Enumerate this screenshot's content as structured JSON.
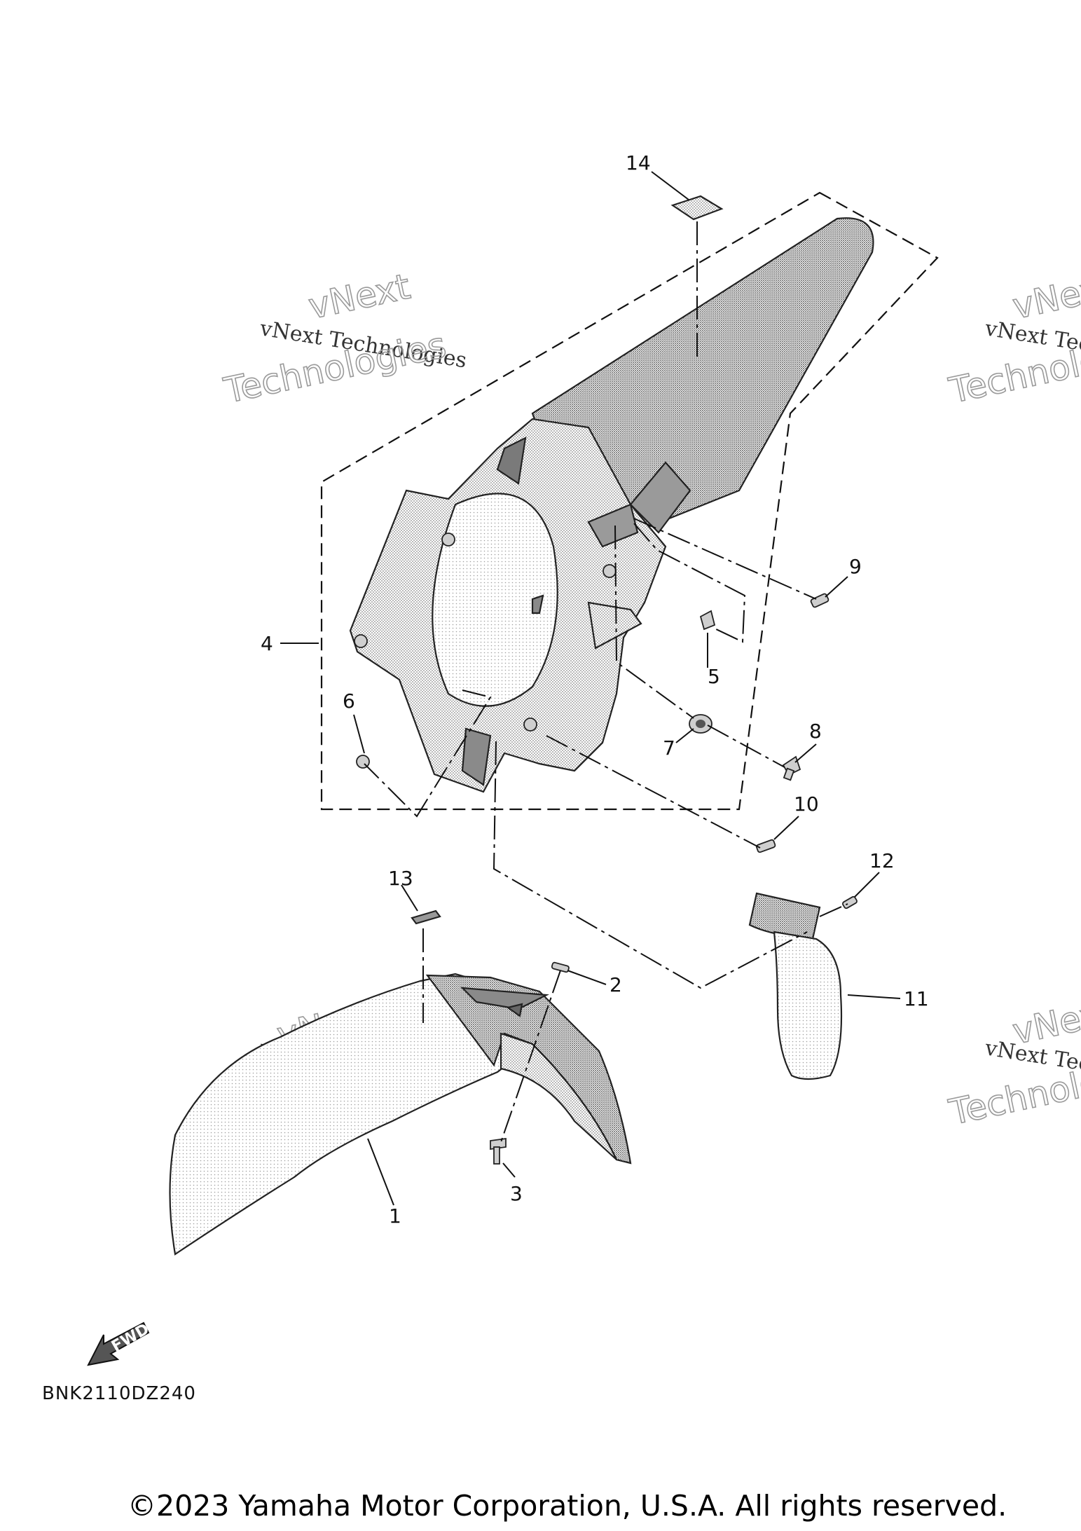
{
  "diagram": {
    "code": "BNK2110DZ240",
    "copyright": "©2023 Yamaha Motor Corporation, U.S.A. All rights reserved.",
    "fwd_label": "FWD",
    "watermark": {
      "line1": "vNext Technologies",
      "line2a": "vNext",
      "line2b": "Technologies"
    },
    "callouts": [
      "1",
      "2",
      "3",
      "4",
      "5",
      "6",
      "7",
      "8",
      "9",
      "10",
      "11",
      "12",
      "13",
      "14"
    ]
  }
}
